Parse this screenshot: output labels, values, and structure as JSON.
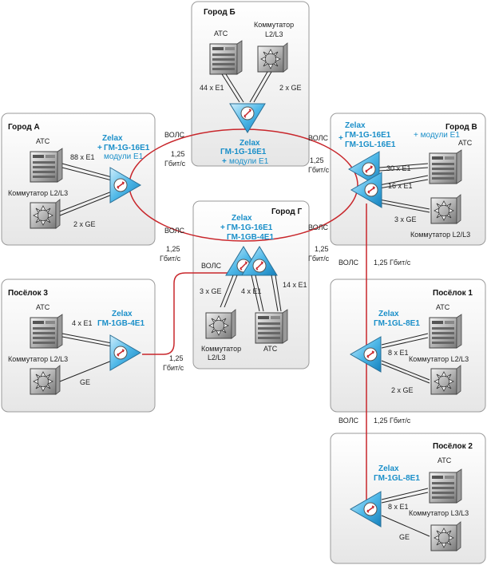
{
  "sites": {
    "gorod_b": {
      "title": "Город Б",
      "atc": "АТС",
      "switch": [
        "Коммутатор",
        "L2/L3"
      ],
      "e1": "44 x E1",
      "ge": "2 x GE",
      "zelax": "Zelax",
      "model": "ГМ-1G-16E1",
      "plus": "+",
      "modules": "модули E1"
    },
    "gorod_a": {
      "title": "Город А",
      "atc": "АТС",
      "switch": "Коммутатор L2/L3",
      "e1": "88 x E1",
      "ge": "2 x GE",
      "zelax": "Zelax",
      "plus": "+",
      "model": "ГМ-1G-16E1",
      "modules": "модули E1"
    },
    "gorod_v": {
      "title": "Город В",
      "atc": "АТС",
      "switch": "Коммутатор L2/L3",
      "e1a": "30 x E1",
      "e1b": "16 x E1",
      "ge": "3 x GE",
      "zelax": "Zelax",
      "plus": "+",
      "model1": "ГМ-1G-16E1",
      "modules": "+ модули E1",
      "model2": "ГМ-1GL-16E1"
    },
    "gorod_g": {
      "title": "Город Г",
      "atc": "АТС",
      "switch": [
        "Коммутатор",
        "L2/L3"
      ],
      "ge": "3 x GE",
      "e1a": "4 x E1",
      "e1b": "14 x E1",
      "zelax": "Zelax",
      "plus": "+",
      "model1": "ГМ-1G-16E1",
      "model2": "ГМ-1GB-4E1"
    },
    "poselok3": {
      "title": "Посёлок 3",
      "atc": "АТС",
      "switch": "Коммутатор L2/L3",
      "e1": "4 x E1",
      "ge": "GE",
      "zelax": "Zelax",
      "model": "ГМ-1GB-4E1"
    },
    "poselok1": {
      "title": "Посёлок 1",
      "atc": "АТС",
      "switch": "Коммутатор L2/L3",
      "e1": "8 x E1",
      "ge": "2 x GE",
      "zelax": "Zelax",
      "model": "ГМ-1GL-8E1"
    },
    "poselok2": {
      "title": "Посёлок 2",
      "atc": "АТС",
      "switch": "Коммутатор L3/L3",
      "e1": "8 x E1",
      "ge": "GE",
      "zelax": "Zelax",
      "model": "ГМ-1GL-8E1"
    }
  },
  "links": {
    "vols": "ВОЛС",
    "speed": "1,25",
    "unit": "Гбит/с",
    "speed_full": "1,25 Гбит/с"
  },
  "colors": {
    "ring": "#c8262b",
    "accent": "#1a8fc9",
    "box_border": "#9a9a9a"
  }
}
